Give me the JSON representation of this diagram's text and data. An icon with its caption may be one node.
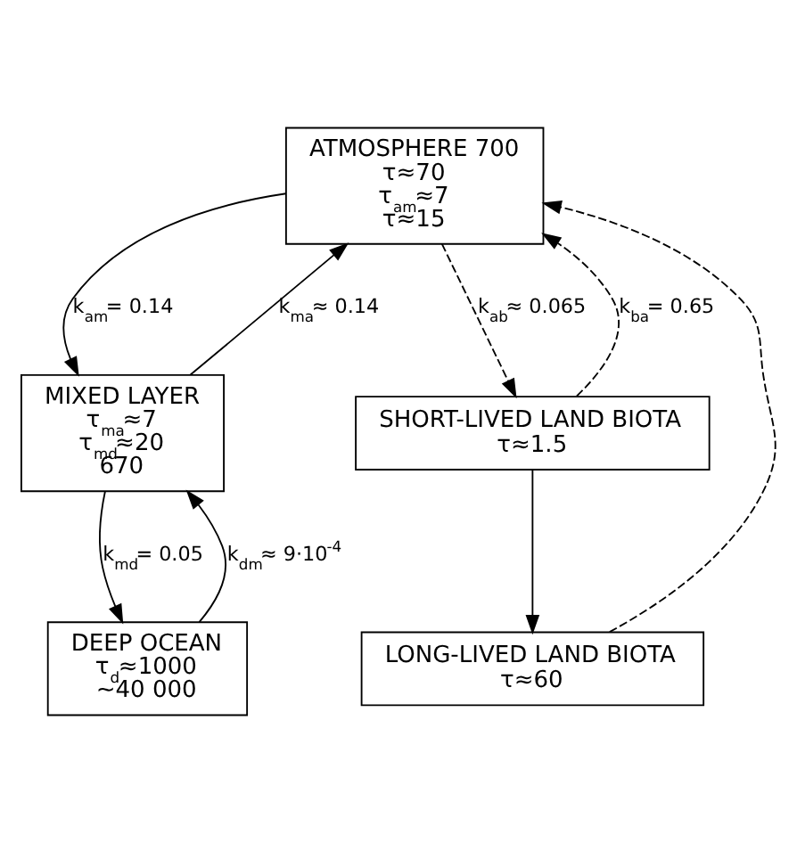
{
  "diagram": {
    "nodes": [
      {
        "text": [
          "ATMOSPHERE 700",
          "τ≈70",
          "τ$_{am}$≈7",
          "τ≈15"
        ]
      },
      {
        "text": [
          "MIXED LAYER",
          "τ$_{ma}$≈7",
          "τ$_{md}$≈20",
          "670"
        ]
      },
      {
        "text": [
          "SHORT-LIVED LAND BIOTA",
          "τ≈1.5"
        ]
      },
      {
        "text": [
          "DEEP OCEAN",
          "τ$_{d}$≈1000",
          "~40 000"
        ]
      },
      {
        "text": [
          "LONG-LIVED LAND BIOTA",
          "τ≈60"
        ]
      }
    ],
    "edges": [
      {
        "from": 0,
        "to": 1,
        "arrow": "to",
        "label": "k$_{am}$= 0.14"
      },
      {
        "from": 1,
        "to": 0,
        "arrow": "to",
        "label": "k$_{ma}$≈ 0.14"
      },
      {
        "from": 0,
        "to": 2,
        "arrow": "to",
        "label": "k$_{ab}$≈ 0.065",
        "style": "dashed"
      },
      {
        "from": 2,
        "to": 0,
        "arrow": "to",
        "label": "k$_{ba}$= 0.65",
        "style": "dashed"
      },
      {
        "from": 1,
        "to": 3,
        "arrow": "to",
        "label": "k$_{md}$= 0.05"
      },
      {
        "from": 3,
        "to": 1,
        "arrow": "to",
        "label": "k$_{dm}$≈ 9·10$^{-4}$"
      },
      {
        "from": 2,
        "to": 4,
        "arrow": "to"
      },
      {
        "from": 4,
        "to": 0,
        "arrow": "to",
        "style": "dashed"
      }
    ]
  }
}
